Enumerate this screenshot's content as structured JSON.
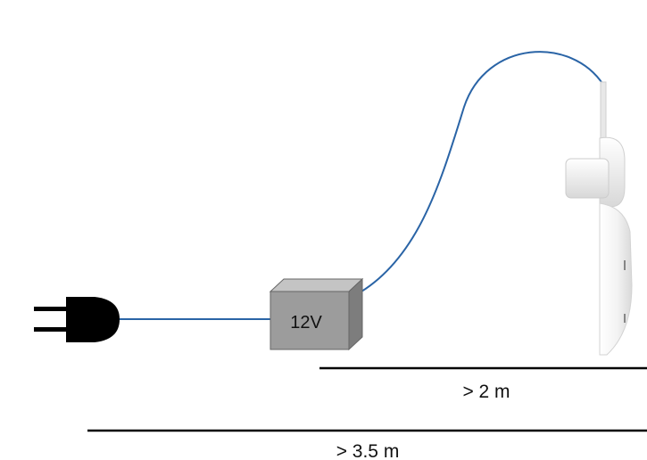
{
  "box": {
    "label": "12V"
  },
  "distance_near": {
    "label": "> 2 m"
  },
  "distance_far": {
    "label": "> 3.5 m"
  },
  "colors": {
    "cable": "#2a64a6",
    "box_front": "#9c9c9c",
    "box_top": "#c4c4c4",
    "box_side": "#7d7d7d",
    "plug": "#000000",
    "device": "#f4f4f4"
  }
}
